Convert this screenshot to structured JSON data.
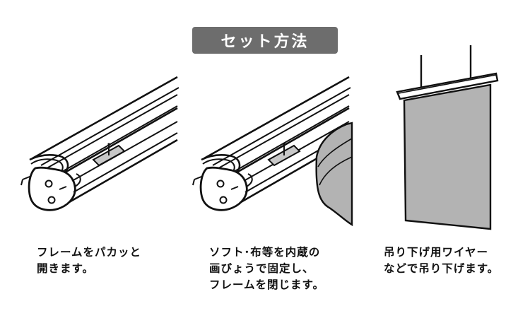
{
  "title": "セット方法",
  "steps": [
    {
      "caption": "フレームをパカッと\n開きます。"
    },
    {
      "caption": "ソフト･布等を内蔵の\n画びょうで固定し、\nフレームを閉じます。"
    },
    {
      "caption": "吊り下げ用ワイヤー\nなどで吊り下げます。"
    }
  ],
  "colors": {
    "badge": "#6d6d6d",
    "sheet": "#b3b3b3",
    "line": "#111111",
    "clip": "#c8c8c8"
  }
}
